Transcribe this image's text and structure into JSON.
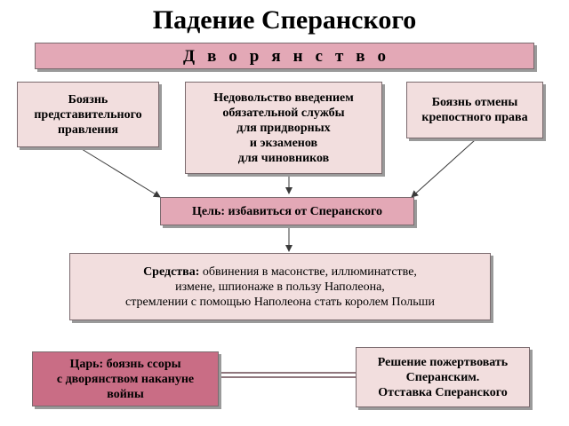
{
  "title": "Падение Сперанского",
  "banner": "Дворянство",
  "fears": {
    "left": [
      "Боязнь",
      "представительного",
      "правления"
    ],
    "middle": [
      "Недовольство введением",
      "обязательной службы",
      "для придворных",
      "и экзаменов",
      "для чиновников"
    ],
    "right": [
      "Боязнь отмены",
      "крепостного права"
    ]
  },
  "goal": "Цель: избавиться от Сперанского",
  "means": {
    "label": "Средства:",
    "line1": " обвинения в масонстве, иллюминатстве,",
    "line2": "измене, шпионаже в пользу Наполеона,",
    "line3": "стремлении с помощью Наполеона стать королем Польши"
  },
  "tsar": [
    "Царь: боязнь ссоры",
    "с дворянством накануне",
    "войны"
  ],
  "decision": [
    "Решение пожертвовать",
    "Сперанским.",
    "Отставка Сперанского"
  ],
  "colors": {
    "banner_fill": "#e3a8b6",
    "light_fill": "#f2dede",
    "dark_fill": "#c96d85",
    "arrow": "#3a3a3a"
  }
}
